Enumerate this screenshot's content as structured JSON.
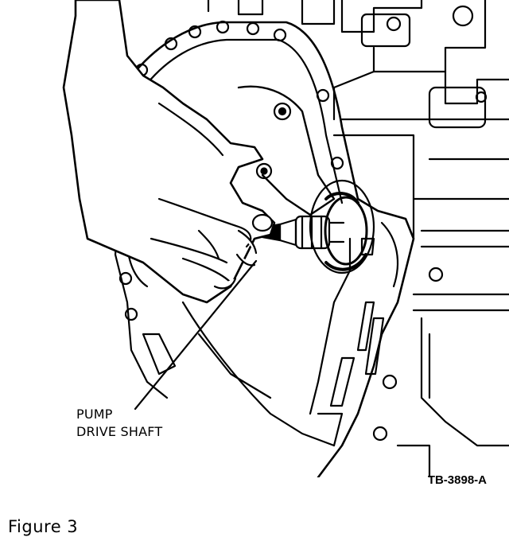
{
  "callout": {
    "line1": "PUMP",
    "line2": "DRIVE SHAFT"
  },
  "reference_code": "TB-3898-A",
  "figure_label": "Figure 3",
  "colors": {
    "ink": "#000000",
    "paper": "#ffffff"
  }
}
